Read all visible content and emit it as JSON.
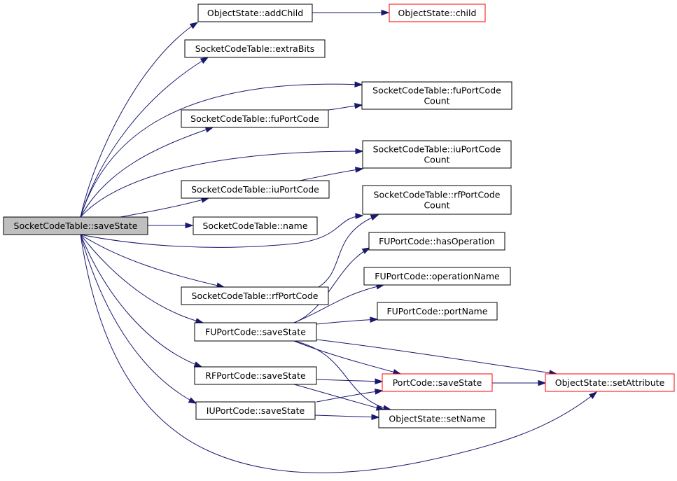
{
  "colors": {
    "edge": "#191970",
    "focus_fill": "#bfbfbf",
    "focus_border": "#000000",
    "node_fill": "#ffffff",
    "node_border": "#000000",
    "external_border": "#ff0000"
  },
  "nodes": {
    "savestate_main": {
      "lines": [
        "SocketCodeTable::saveState"
      ],
      "kind": "focus"
    },
    "addchild": {
      "lines": [
        "ObjectState::addChild"
      ],
      "kind": "normal"
    },
    "child": {
      "lines": [
        "ObjectState::child"
      ],
      "kind": "external"
    },
    "extrabits": {
      "lines": [
        "SocketCodeTable::extraBits"
      ],
      "kind": "normal"
    },
    "fuportcodecount": {
      "lines": [
        "SocketCodeTable::fuPortCode",
        "Count"
      ],
      "kind": "normal"
    },
    "fuportcode": {
      "lines": [
        "SocketCodeTable::fuPortCode"
      ],
      "kind": "normal"
    },
    "iuportcodecount": {
      "lines": [
        "SocketCodeTable::iuPortCode",
        "Count"
      ],
      "kind": "normal"
    },
    "iuportcode": {
      "lines": [
        "SocketCodeTable::iuPortCode"
      ],
      "kind": "normal"
    },
    "rfportcodecount": {
      "lines": [
        "SocketCodeTable::rfPortCode",
        "Count"
      ],
      "kind": "normal"
    },
    "name": {
      "lines": [
        "SocketCodeTable::name"
      ],
      "kind": "normal"
    },
    "hasoperation": {
      "lines": [
        "FUPortCode::hasOperation"
      ],
      "kind": "normal"
    },
    "rfportcode": {
      "lines": [
        "SocketCodeTable::rfPortCode"
      ],
      "kind": "normal"
    },
    "operationname": {
      "lines": [
        "FUPortCode::operationName"
      ],
      "kind": "normal"
    },
    "portname": {
      "lines": [
        "FUPortCode::portName"
      ],
      "kind": "normal"
    },
    "fusavestate": {
      "lines": [
        "FUPortCode::saveState"
      ],
      "kind": "normal"
    },
    "rfsavestate": {
      "lines": [
        "RFPortCode::saveState"
      ],
      "kind": "normal"
    },
    "portcodesavestate": {
      "lines": [
        "PortCode::saveState"
      ],
      "kind": "external"
    },
    "setattribute": {
      "lines": [
        "ObjectState::setAttribute"
      ],
      "kind": "external"
    },
    "iusavestate": {
      "lines": [
        "IUPortCode::saveState"
      ],
      "kind": "normal"
    },
    "setname": {
      "lines": [
        "ObjectState::setName"
      ],
      "kind": "normal"
    }
  },
  "edges": [
    {
      "from": "savestate_main",
      "to": "addchild"
    },
    {
      "from": "addchild",
      "to": "child"
    },
    {
      "from": "savestate_main",
      "to": "extrabits"
    },
    {
      "from": "savestate_main",
      "to": "fuportcodecount"
    },
    {
      "from": "savestate_main",
      "to": "fuportcode"
    },
    {
      "from": "fuportcode",
      "to": "fuportcodecount"
    },
    {
      "from": "savestate_main",
      "to": "iuportcodecount"
    },
    {
      "from": "savestate_main",
      "to": "iuportcode"
    },
    {
      "from": "iuportcode",
      "to": "iuportcodecount"
    },
    {
      "from": "savestate_main",
      "to": "rfportcodecount"
    },
    {
      "from": "savestate_main",
      "to": "name"
    },
    {
      "from": "savestate_main",
      "to": "rfportcode"
    },
    {
      "from": "rfportcode",
      "to": "rfportcodecount"
    },
    {
      "from": "savestate_main",
      "to": "fusavestate"
    },
    {
      "from": "fusavestate",
      "to": "hasoperation"
    },
    {
      "from": "fusavestate",
      "to": "operationname"
    },
    {
      "from": "fusavestate",
      "to": "portname"
    },
    {
      "from": "fusavestate",
      "to": "portcodesavestate"
    },
    {
      "from": "fusavestate",
      "to": "setattribute"
    },
    {
      "from": "fusavestate",
      "to": "setname"
    },
    {
      "from": "savestate_main",
      "to": "rfsavestate"
    },
    {
      "from": "rfsavestate",
      "to": "portcodesavestate"
    },
    {
      "from": "rfsavestate",
      "to": "setname"
    },
    {
      "from": "savestate_main",
      "to": "iusavestate"
    },
    {
      "from": "iusavestate",
      "to": "portcodesavestate"
    },
    {
      "from": "iusavestate",
      "to": "setname"
    },
    {
      "from": "portcodesavestate",
      "to": "setattribute"
    },
    {
      "from": "savestate_main",
      "to": "setattribute"
    }
  ]
}
